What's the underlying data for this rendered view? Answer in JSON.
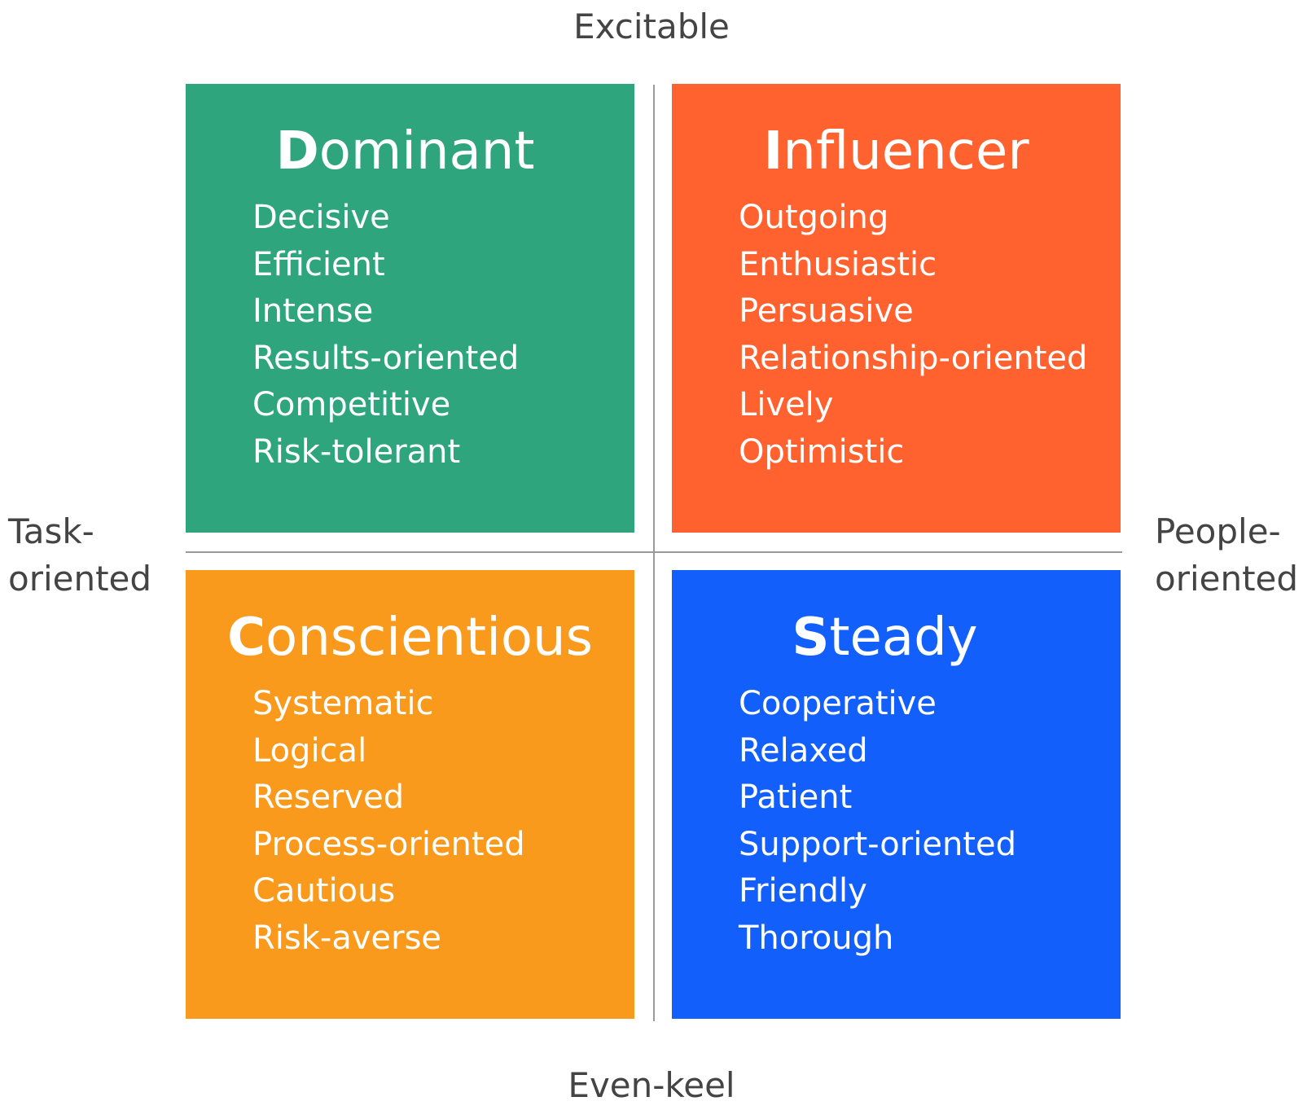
{
  "axes": {
    "top": "Excitable",
    "bottom": "Even-keel",
    "left": [
      "Task-",
      "oriented"
    ],
    "right": [
      "People-",
      "oriented"
    ]
  },
  "colors": {
    "dominant": "#2fa57e",
    "influencer": "#ff622e",
    "conscientious": "#fa9a1d",
    "steady": "#125ffb",
    "divider": "#9a9a9a",
    "axis_text": "#444444"
  },
  "quadrants": {
    "dominant": {
      "initial": "D",
      "title_rest": "ominant",
      "traits": [
        "Decisive",
        "Efficient",
        "Intense",
        "Results-oriented",
        "Competitive",
        "Risk-tolerant"
      ]
    },
    "influencer": {
      "initial": "I",
      "title_rest": "nfluencer",
      "traits": [
        "Outgoing",
        "Enthusiastic",
        "Persuasive",
        "Relationship-oriented",
        "Lively",
        "Optimistic"
      ]
    },
    "conscientious": {
      "initial": "C",
      "title_rest": "onscientious",
      "traits": [
        "Systematic",
        "Logical",
        "Reserved",
        "Process-oriented",
        "Cautious",
        "Risk-averse"
      ]
    },
    "steady": {
      "initial": "S",
      "title_rest": "teady",
      "traits": [
        "Cooperative",
        "Relaxed",
        "Patient",
        "Support-oriented",
        "Friendly",
        "Thorough"
      ]
    }
  }
}
